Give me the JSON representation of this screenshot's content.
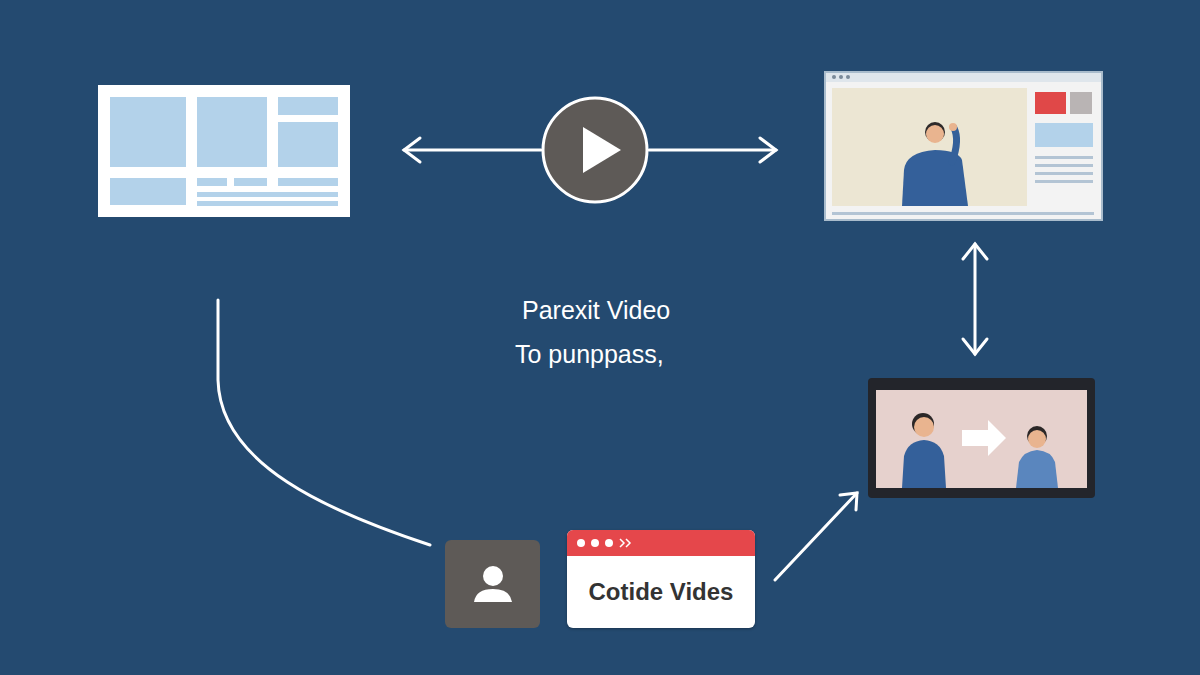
{
  "diagram": {
    "nodes": [
      {
        "text": [
          "Cotide Vides"
        ]
      }
    ],
    "labels": [
      "Parexit Video",
      "To punppass,"
    ]
  }
}
